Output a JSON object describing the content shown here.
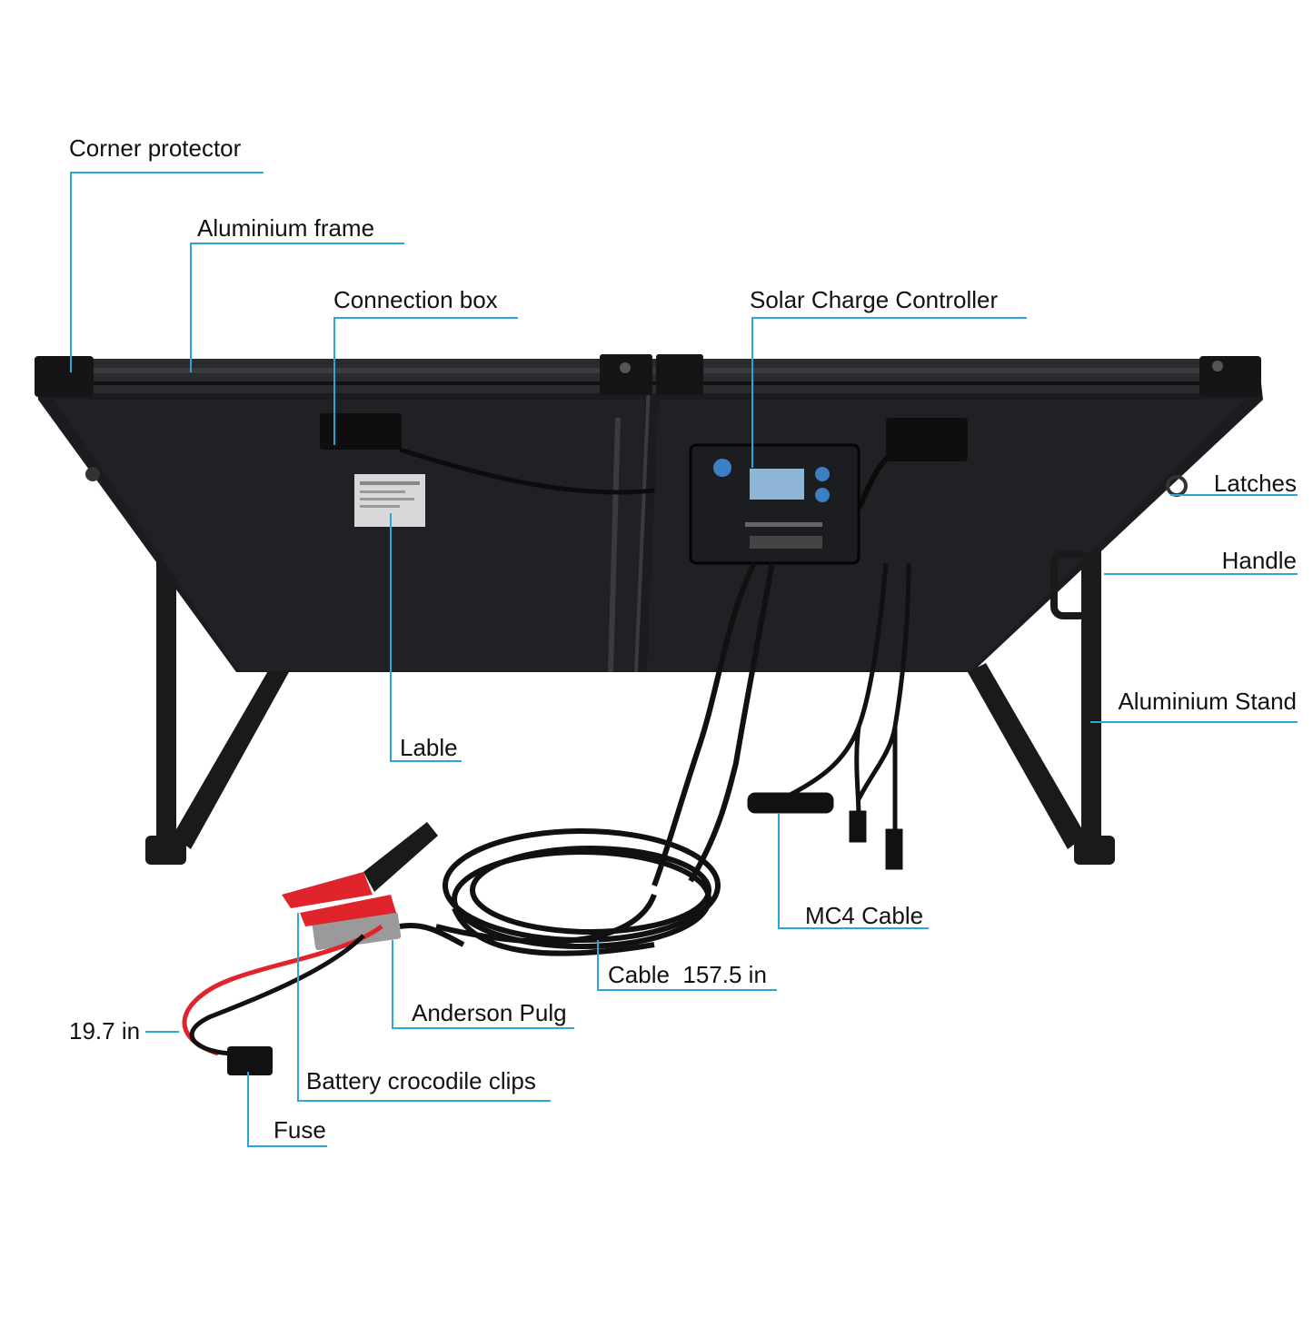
{
  "colors": {
    "leader_line": "#2aa7d8",
    "panel": "#1b1c1f",
    "frame": "#2a2b2e",
    "cable": "#111111",
    "clip_red": "#e0242b",
    "plug_gray": "#9a9a9a",
    "controller_screen": "#3c7fc4"
  },
  "icons": {
    "panel": "solar-panel-illustration",
    "controller": "charge-controller-illustration"
  },
  "labels": {
    "corner_protector": "Corner protector",
    "aluminium_frame": "Aluminium frame",
    "connection_box": "Connection box",
    "solar_charge_controller": "Solar Charge Controller",
    "latches": "Latches",
    "handle": "Handle",
    "aluminium_stand": "Aluminium Stand",
    "lable": "Lable",
    "mc4_cable": "MC4 Cable",
    "cable_length": "Cable  157.5 in",
    "anderson_plug": "Anderson Pulg",
    "clip_length": "19.7 in",
    "battery_clips": "Battery crocodile clips",
    "fuse": "Fuse"
  }
}
